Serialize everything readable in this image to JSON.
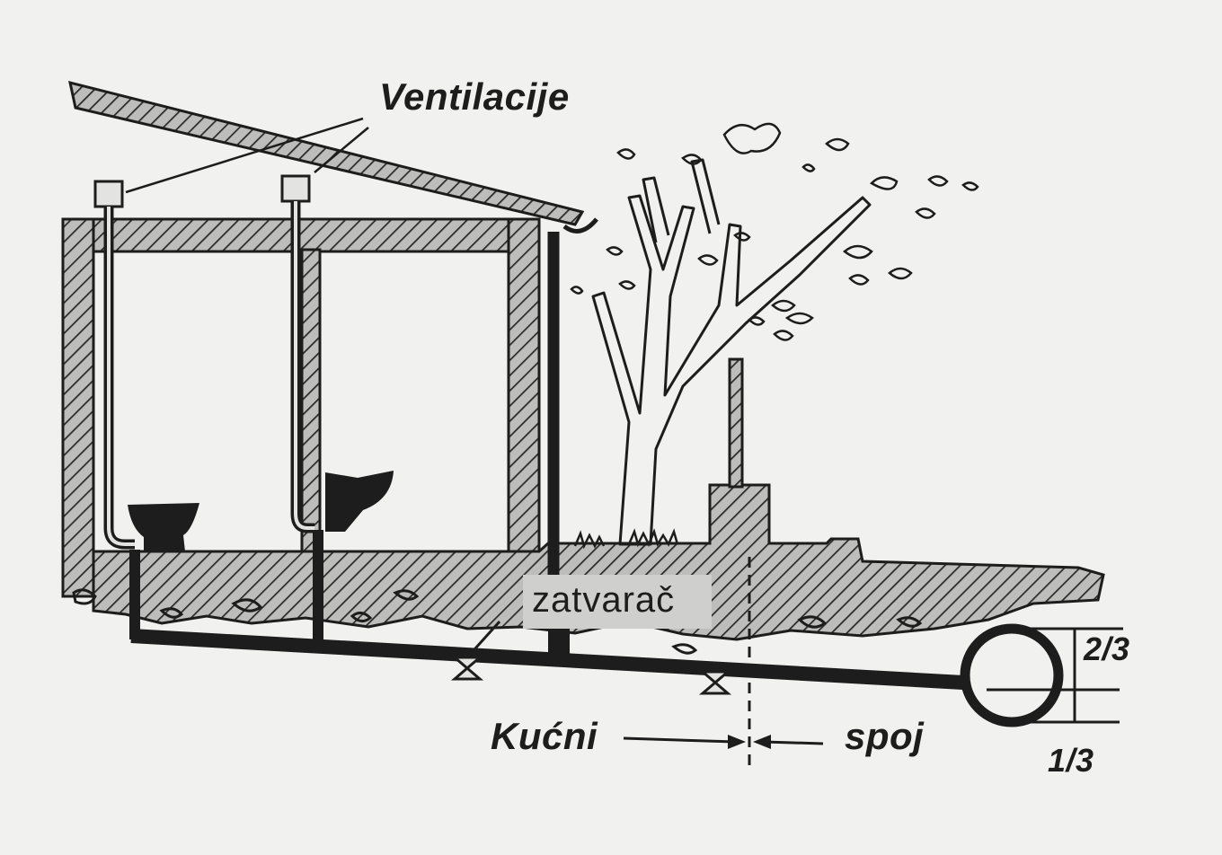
{
  "labels": {
    "ventilation": "Ventilacije",
    "valve": "zatvarač",
    "house_side": "Kućni",
    "connection": "spoj",
    "upper_fraction": "2/3",
    "lower_fraction": "1/3"
  },
  "colors": {
    "ink": "#1d1d1d",
    "paper": "#f1f1ef",
    "hatch_bg": "#bdbdbb"
  }
}
